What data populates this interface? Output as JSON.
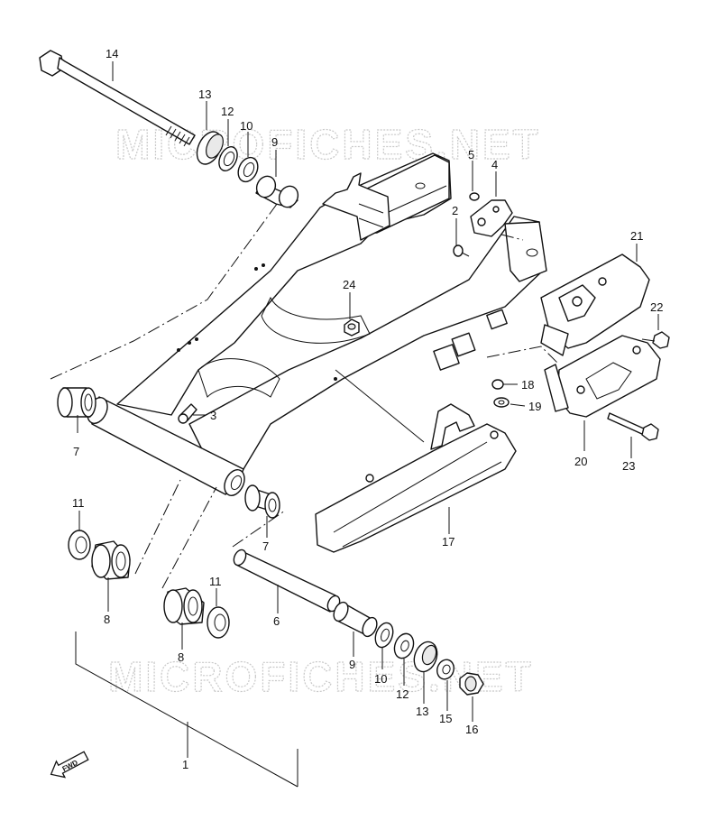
{
  "watermark": "MICROFICHES.NET",
  "fwd_label": "FWD",
  "callouts": [
    {
      "id": "p1",
      "text": "1"
    },
    {
      "id": "p2",
      "text": "2"
    },
    {
      "id": "p3",
      "text": "3"
    },
    {
      "id": "p4",
      "text": "4"
    },
    {
      "id": "p5",
      "text": "5"
    },
    {
      "id": "p6",
      "text": "6"
    },
    {
      "id": "p7a",
      "text": "7"
    },
    {
      "id": "p7b",
      "text": "7"
    },
    {
      "id": "p8a",
      "text": "8"
    },
    {
      "id": "p8b",
      "text": "8"
    },
    {
      "id": "p9a",
      "text": "9"
    },
    {
      "id": "p9b",
      "text": "9"
    },
    {
      "id": "p10a",
      "text": "10"
    },
    {
      "id": "p10b",
      "text": "10"
    },
    {
      "id": "p11a",
      "text": "11"
    },
    {
      "id": "p11b",
      "text": "11"
    },
    {
      "id": "p12a",
      "text": "12"
    },
    {
      "id": "p12b",
      "text": "12"
    },
    {
      "id": "p13a",
      "text": "13"
    },
    {
      "id": "p13b",
      "text": "13"
    },
    {
      "id": "p14",
      "text": "14"
    },
    {
      "id": "p15",
      "text": "15"
    },
    {
      "id": "p16",
      "text": "16"
    },
    {
      "id": "p17",
      "text": "17"
    },
    {
      "id": "p18",
      "text": "18"
    },
    {
      "id": "p19",
      "text": "19"
    },
    {
      "id": "p20",
      "text": "20"
    },
    {
      "id": "p21",
      "text": "21"
    },
    {
      "id": "p22",
      "text": "22"
    },
    {
      "id": "p23",
      "text": "23"
    },
    {
      "id": "p24",
      "text": "24"
    }
  ]
}
